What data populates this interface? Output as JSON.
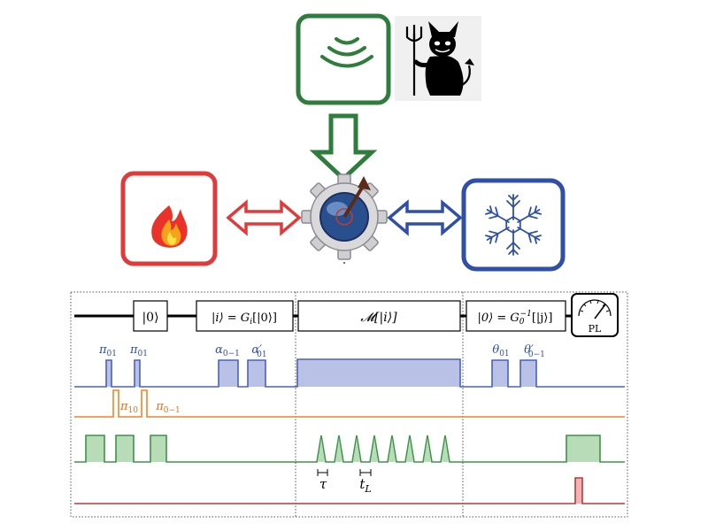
{
  "colors": {
    "green": "#2f7d3c",
    "red": "#e03b3b",
    "blue": "#2f4fa8",
    "pulse_blue": "#4a62b8",
    "pulse_orange": "#f0832a",
    "pulse_green": "#3c9448",
    "pulse_red": "#b53a3a",
    "fill_blue": "#b9c1e6",
    "fill_green": "#b9dcb8",
    "fill_red": "#f1b4b4"
  },
  "icons": {
    "field": "signal-waves-icon",
    "devil": "devil-with-trident-icon",
    "hot": "fire-icon",
    "cold": "snowflake-icon",
    "system": "gear-qubit-icon",
    "meter": "gauge-meter-icon"
  },
  "boxes": {
    "init": "|0⟩",
    "prepare": "|i⟩ = G",
    "prepare_sub": "i",
    "prepare_arg": "[|0⟩]",
    "measure": "𝓜[|i⟩]",
    "reset": "|0⟩ = G",
    "reset_sub": "0",
    "reset_sup": "−1",
    "reset_arg": "[|j⟩]",
    "meter": "PL"
  },
  "pulses": {
    "pi01_a": "π",
    "pi01_a_sub": "01",
    "pi01_b": "π",
    "pi01_b_sub": "01",
    "pi10": "π",
    "pi10_sub": "10",
    "pi0m1": "π",
    "pi0m1_sub": "0−1",
    "alpha0m1": "α",
    "alpha0m1_sub": "0−1",
    "alpha01p": "α′",
    "alpha01p_sub": "01",
    "theta01": "θ",
    "theta01_sub": "01",
    "theta0m1p": "θ′",
    "theta0m1p_sub": "0−1"
  },
  "timing": {
    "tau": "τ",
    "tL": "t",
    "tL_sub": "L"
  }
}
